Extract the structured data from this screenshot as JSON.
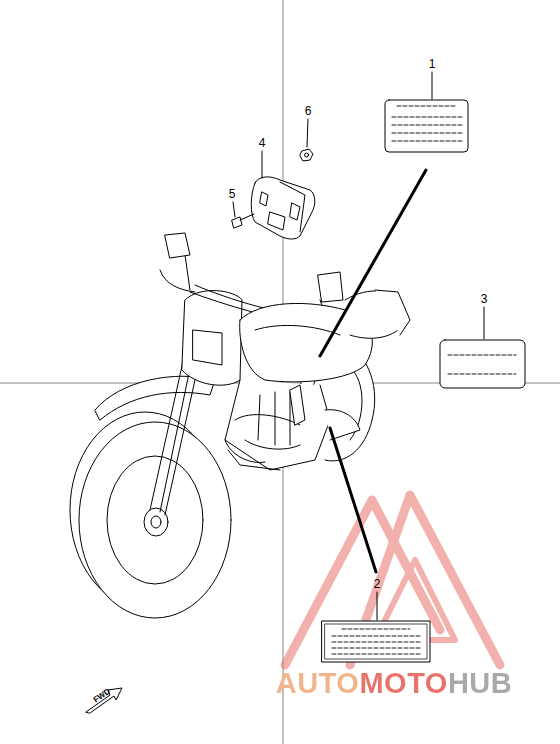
{
  "diagram": {
    "labels": [
      "1",
      "2",
      "3",
      "4",
      "5",
      "6",
      "FWD",
      "AUTOMOTOHUB"
    ]
  }
}
